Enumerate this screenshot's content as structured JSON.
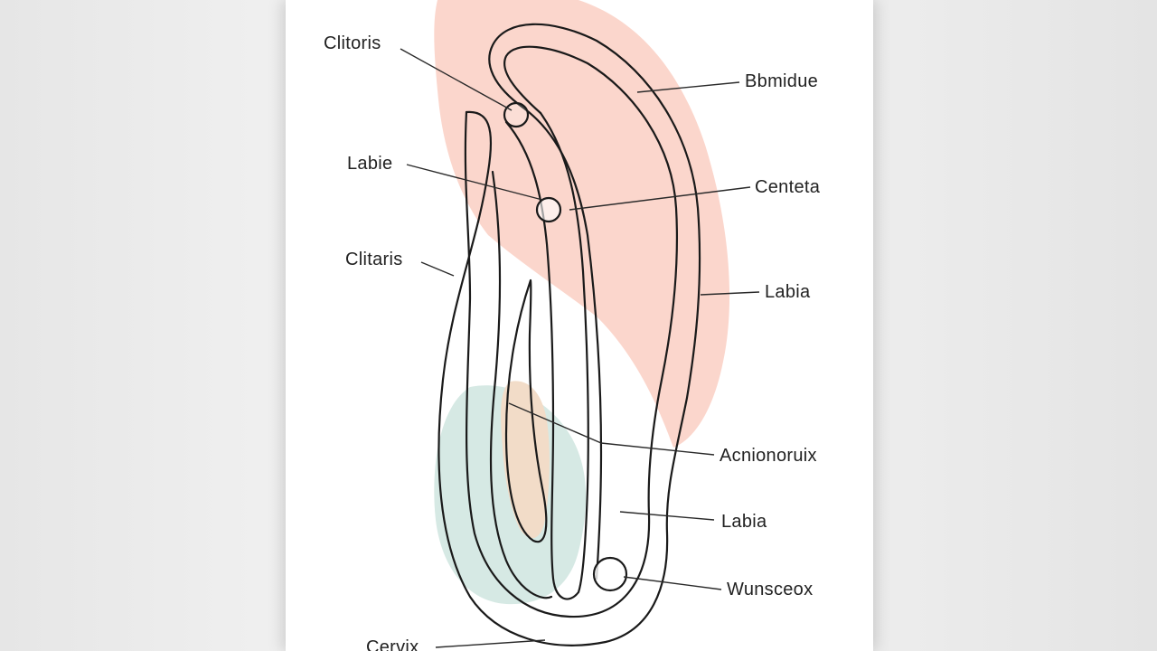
{
  "labels": {
    "clitoris_top": "Clitoris",
    "bmidue": "Bbmidue",
    "labie": "Labie",
    "centeta": "Centeta",
    "clitaris": "Clitaris",
    "labia_right_upper": "Labia",
    "acnionoruix": "Acnionoruix",
    "labia_right_lower": "Labia",
    "wunsceox": "Wunsceox",
    "cervix": "Cervix"
  },
  "colors": {
    "pink_region": "#fbd6cc",
    "teal_region": "#d6e9e4",
    "beige_region": "#f2dcc8",
    "outline": "#1a1a1a",
    "page": "#ffffff"
  }
}
